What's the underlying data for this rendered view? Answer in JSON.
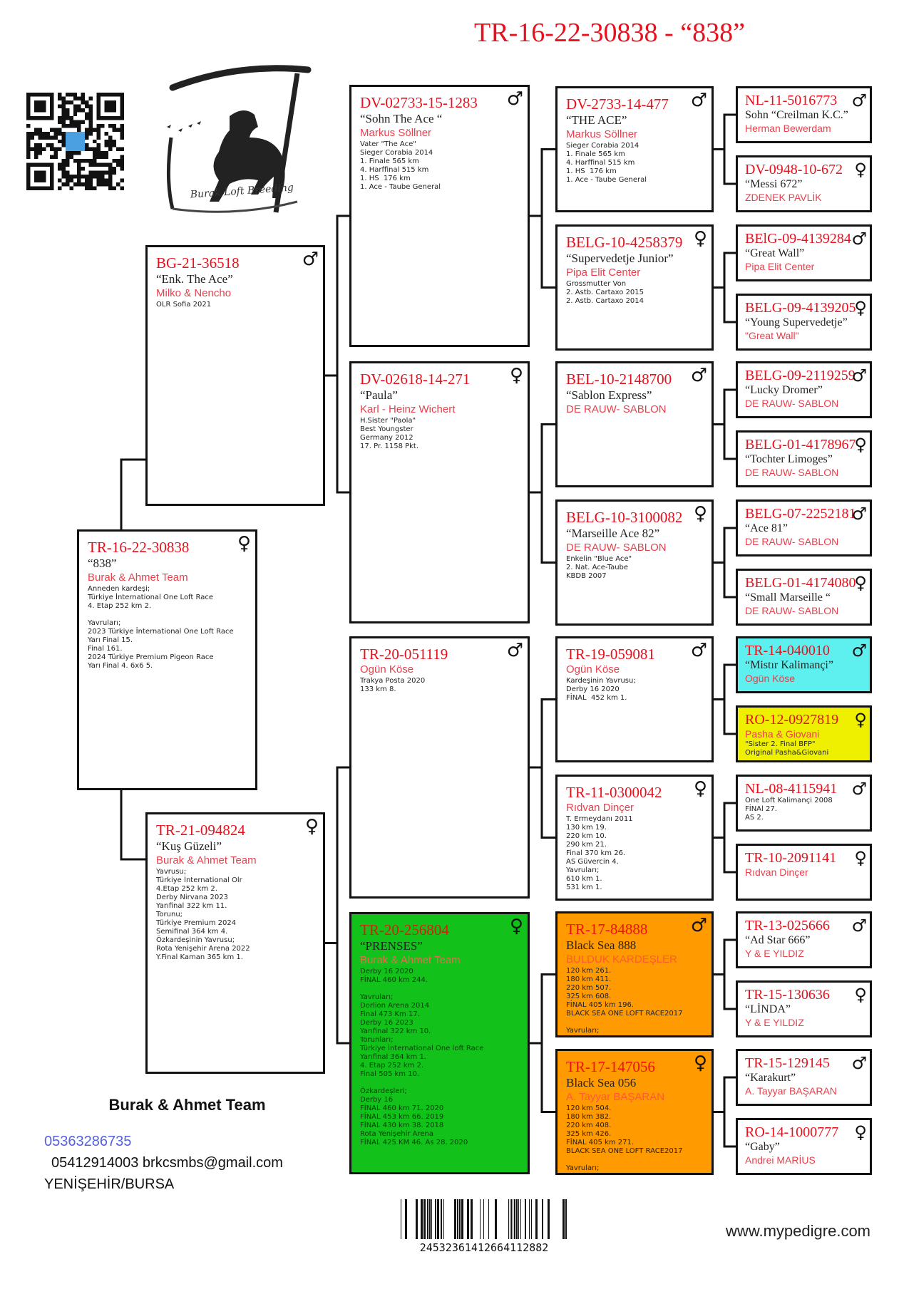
{
  "title": "TR-16-22-30838 - “838”",
  "logo_text": "Burak Loft Breeding",
  "colors": {
    "ring": "#e8101c",
    "owner": "#e8404c",
    "cyan": "#5ef0ee",
    "yellow": "#eef000",
    "green": "#12c21a",
    "orange": "#ff9a00",
    "phone": "#5560dd"
  },
  "pedigree": {
    "subject": {
      "ring": "TR-16-22-30838",
      "name": "“838”",
      "owner": "Burak & Ahmet Team",
      "sex": "♀",
      "notes": "Anneden kardeşi;\nTürkiye İnternational One Loft Race\n4. Etap 252 km 2.\n\nYavruları;\n2023 Türkiye İnternational One Loft Race\nYarı Final 15.\nFinal 161.\n2024 Türkiye Premium Pigeon Race\nYarı Final 4. 6x6 5."
    },
    "sire": {
      "ring": "BG-21-36518",
      "name": "“Enk. The Ace”",
      "owner": "Milko & Nencho",
      "sex": "♂",
      "notes": "OLR Sofia 2021"
    },
    "dam": {
      "ring": "TR-21-094824",
      "name": "“Kuş Güzeli”",
      "owner": "Burak & Ahmet Team",
      "sex": "♀",
      "notes": "Yavrusu;\nTürkiye İnternational Olr\n4.Etap 252 km 2.\nDerby Nirvana 2023\nYarıfinal 322 km 11.\nTorunu;\nTürkiye Premium 2024\nSemifinal 364 km 4.\nÖzkardeşinin Yavrusu;\nRota Yenişehir Arena 2022\nY.Final Kaman 365 km 1."
    },
    "gen3": [
      {
        "ring": "DV-02733-15-1283",
        "name": "“Sohn The Ace “",
        "owner": "Markus Söllner",
        "sex": "♂",
        "notes": "Vater \"The Ace\"\nSieger Corabia 2014\n1. Finale 565 km\n4. Harffinal 515 km\n1. HS  176 km\n1. Ace - Taube General"
      },
      {
        "ring": "DV-02618-14-271",
        "name": "“Paula”",
        "owner": "Karl - Heinz Wichert",
        "sex": "♀",
        "notes": "H.Sister \"Paola\"\nBest Youngster\nGermany 2012\n17. Pr. 1158 Pkt."
      },
      {
        "ring": "TR-20-051119",
        "owner": "Ogün Köse",
        "sex": "♂",
        "notes": "Trakya Posta 2020\n133 km 8."
      },
      {
        "ring": "TR-20-256804",
        "name": "“PRENSES”",
        "owner": "Burak & Ahmet Team",
        "sex": "♀",
        "bg": "green",
        "notes": "Derby 16 2020\nFİNAL 460 km 244.\n\nYavruları;\nDorlion Arena 2014\nFinal 473 Km 17.\nDerby 16 2023\nYarıfinal 322 km 10.\nTorunları;\nTürkiye İnternational One loft Race\nYarıfinal 364 km 1.\n4. Etap 252 km 2.\nFinal 505 km 10.\n\nÖzkardeşleri;\nDerby 16\nFİNAL 460 km 71. 2020\nFİNAL 453 km 66. 2019\nFİNAL 430 km 38. 2018\nRota Yenişehir Arena\nFİNAL 425 KM 46. As 28. 2020"
      }
    ],
    "gen4": [
      {
        "ring": "DV-2733-14-477",
        "name": "“THE ACE”",
        "owner": "Markus Söllner",
        "sex": "♂",
        "notes": "Sieger Corabia 2014\n1. Finale 565 km\n4. Harffinal 515 km\n1. HS  176 km\n1. Ace - Taube General"
      },
      {
        "ring": "BELG-10-4258379",
        "name": "“Supervedetje Junior”",
        "owner": "Pipa Elit Center",
        "sex": "♀",
        "notes": "Grossmutter Von\n2. Astb. Cartaxo 2015\n2. Astb. Cartaxo 2014"
      },
      {
        "ring": "BEL-10-2148700",
        "name": "“Sablon Express”",
        "owner": "DE RAUW- SABLON",
        "sex": "♂"
      },
      {
        "ring": "BELG-10-3100082",
        "name": "“Marseille Ace 82”",
        "owner": "DE RAUW- SABLON",
        "sex": "♀",
        "notes": "Enkelin \"Blue Ace\"\n2. Nat. Ace-Taube\nKBDB 2007"
      },
      {
        "ring": "TR-19-059081",
        "owner": "Ogün Köse",
        "sex": "♂",
        "notes": "Kardeşinin Yavrusu;\nDerby 16 2020\nFİNAL  452 km 1."
      },
      {
        "ring": "TR-11-0300042",
        "owner": "Rıdvan Dinçer",
        "sex": "♀",
        "notes": "T. Ermeydanı 2011\n130 km 19.\n220 km 10.\n290 km 21.\nFinal 370 km 26.\nAS Güvercin 4.\nYavruları;\n610 km 1.\n531 km 1."
      },
      {
        "ring": "TR-17-84888",
        "name": "Black Sea 888",
        "owner": "BULDUK KARDEŞLER",
        "sex": "♂",
        "bg": "orange",
        "notes": "120 km 261.\n180 km 411.\n220 km 507.\n325 km 608.\nFİNAL 405 km 196.\nBLACK SEA ONE LOFT RACE2017\n\nYavruları;"
      },
      {
        "ring": "TR-17-147056",
        "name": "Black Sea 056",
        "owner": "A. Tayyar BAŞARAN",
        "sex": "♀",
        "bg": "orange",
        "notes": "120 km 504.\n180 km 382.\n220 km 408.\n325 km 426.\nFİNAL 405 km 271.\nBLACK SEA ONE LOFT RACE2017\n\nYavruları;"
      }
    ],
    "gen5": [
      {
        "ring": "NL-11-5016773",
        "name": "Sohn “Creilman K.C.”",
        "owner": "Herman Bewerdam",
        "sex": "♂"
      },
      {
        "ring": "DV-0948-10-672",
        "name": "“Messi 672”",
        "owner": "ZDENEK PAVLİK",
        "sex": "♀"
      },
      {
        "ring": "BElG-09-4139284",
        "name": "“Great Wall”",
        "owner": "Pipa Elit Center",
        "sex": "♂"
      },
      {
        "ring": "BELG-09-4139205",
        "name": "“Young Supervedetje”",
        "owner": "\"Great Wall\"",
        "sex": "♀"
      },
      {
        "ring": "BELG-09-2119259",
        "name": "“Lucky Dromer”",
        "owner": "DE RAUW- SABLON",
        "sex": "♂"
      },
      {
        "ring": "BELG-01-4178967",
        "name": "“Tochter Limoges”",
        "owner": "DE RAUW- SABLON",
        "sex": "♀"
      },
      {
        "ring": "BELG-07-2252181",
        "name": "“Ace 81”",
        "owner": "DE RAUW- SABLON",
        "sex": "♂"
      },
      {
        "ring": "BELG-01-4174080",
        "name": "“Small Marseille “",
        "owner": "DE RAUW- SABLON",
        "sex": "♀"
      },
      {
        "ring": "TR-14-040010",
        "name": "“Mistır Kalimançi”",
        "owner": "Ogün Köse",
        "sex": "♂",
        "bg": "cyan"
      },
      {
        "ring": "RO-12-0927819",
        "owner": "Pasha & Giovani",
        "sex": "♀",
        "bg": "yellow",
        "notes": "\"Sister 2. Final BFP\"\nOriginal Pasha&Giovani"
      },
      {
        "ring": "NL-08-4115941",
        "sex": "♂",
        "notes": "One Loft Kalimançi 2008\nFİNAl 27.\nAS 2."
      },
      {
        "ring": "TR-10-2091141",
        "owner": "Rıdvan Dinçer",
        "sex": "♀"
      },
      {
        "ring": "TR-13-025666",
        "name": "“Ad Star 666”",
        "owner": "Y & E YILDIZ",
        "sex": "♂"
      },
      {
        "ring": "TR-15-130636",
        "name": "“LİNDA”",
        "owner": "Y & E YILDIZ",
        "sex": "♀"
      },
      {
        "ring": "TR-15-129145",
        "name": "“Karakurt”",
        "owner": "A. Tayyar BAŞARAN",
        "sex": "♂"
      },
      {
        "ring": "RO-14-1000777",
        "name": "“Gaby”",
        "owner": "Andrei MARİUS",
        "sex": "♀"
      }
    ]
  },
  "footer": {
    "team": "Burak & Ahmet Team",
    "phone1": "05363286735",
    "phone2_email": "05412914003 brkcsmbs@gmail.com",
    "location": "YENİŞEHİR/BURSA",
    "barcode_number": "24532361412664112882",
    "website": "www.mypedigre.com"
  }
}
